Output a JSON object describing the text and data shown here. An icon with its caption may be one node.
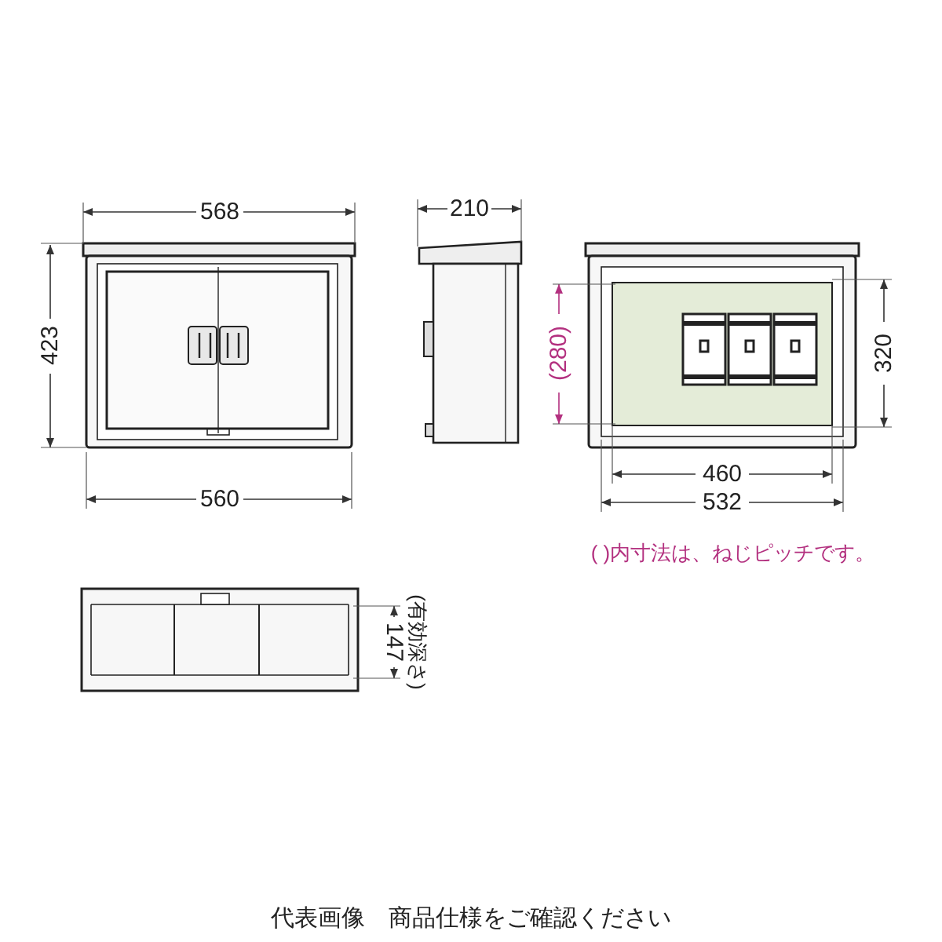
{
  "diagram": {
    "labels": [
      "568",
      "210",
      "423",
      "(280)",
      "320",
      "460",
      "532",
      "560",
      "( )内寸法は、ねじピッチです。",
      "147",
      "(有効深さ)",
      "代表画像　商品仕様をご確認ください"
    ]
  }
}
